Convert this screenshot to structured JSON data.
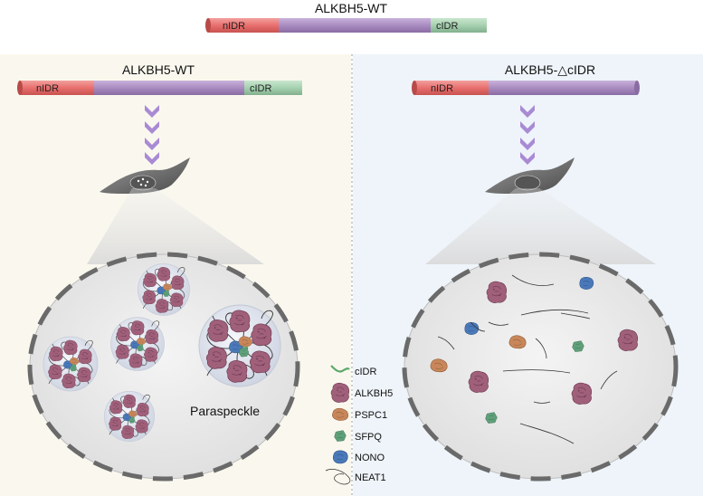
{
  "top": {
    "title": "ALKBH5-WT",
    "segments": {
      "n": "nIDR",
      "c": "cIDR"
    }
  },
  "left_panel": {
    "title": "ALKBH5-WT",
    "segments": {
      "n": "nIDR",
      "c": "cIDR"
    },
    "paraspeckle_label": "Paraspeckle",
    "background": "#faf8ee"
  },
  "right_panel": {
    "title": "ALKBH5-△cIDR",
    "segments": {
      "n": "nIDR"
    },
    "background": "#eef4fa"
  },
  "colors": {
    "nidr": "#e8706e",
    "core": "#a98cc0",
    "cidr": "#a6d1b0",
    "alkbh5": "#a0607a",
    "pspc1": "#c8875a",
    "sfpq": "#5fa07a",
    "nono": "#4a78b8",
    "arrow": "#a98ad4"
  },
  "legend": [
    {
      "icon": "cidr-icon",
      "label": "cIDR"
    },
    {
      "icon": "alkbh5-icon",
      "label": "ALKBH5"
    },
    {
      "icon": "pspc1-icon",
      "label": "PSPC1"
    },
    {
      "icon": "sfpq-icon",
      "label": "SFPQ"
    },
    {
      "icon": "nono-icon",
      "label": "NONO"
    },
    {
      "icon": "neat1-icon",
      "label": "NEAT1"
    }
  ]
}
